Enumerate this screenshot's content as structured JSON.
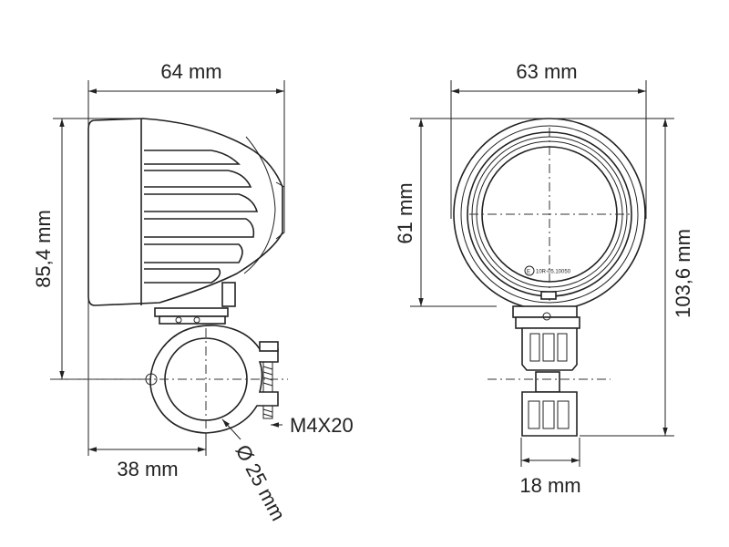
{
  "side_view": {
    "width_label": "64 mm",
    "height_label": "85,4 mm",
    "clamp_offset_label": "38 mm",
    "screw_label": "M4X20",
    "diameter_label": "Ø 25 mm"
  },
  "front_view": {
    "width_label": "63 mm",
    "lens_height_label": "61 mm",
    "total_height_label": "103,6 mm",
    "bracket_width_label": "18 mm",
    "marking_text": "10R-05.10050",
    "e_mark": "E"
  }
}
